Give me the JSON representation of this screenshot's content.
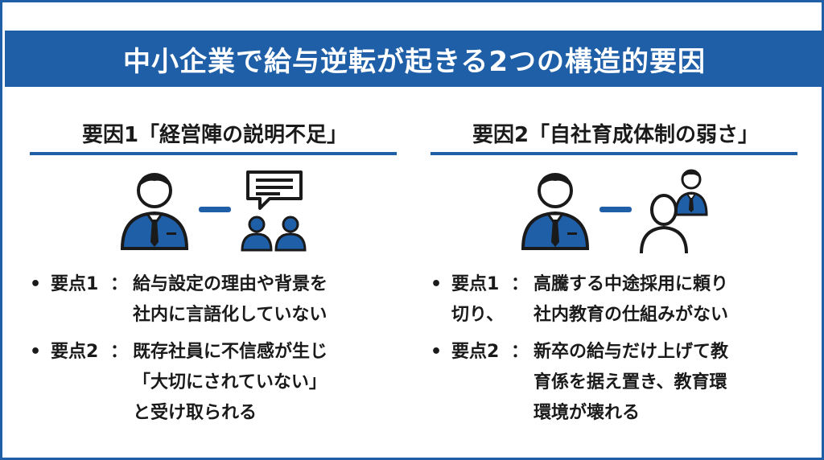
{
  "title": "中小企業で給与逆転が起きる2つの構造的要因",
  "colors": {
    "accent": "#1f5fa8",
    "text": "#1a1a1a"
  },
  "left": {
    "heading": "要因1「経営陣の説明不足」",
    "icons": [
      "manager-icon",
      "dash-icon",
      "speech-bubble-icon",
      "employees-icon"
    ],
    "points": [
      {
        "bullet": "•",
        "label": "要点1",
        "sep": "：",
        "lines": [
          "給与設定の理由や背景を",
          "社内に言語化していない"
        ]
      },
      {
        "bullet": "•",
        "label": "要点2",
        "sep": "：",
        "lines": [
          "既存社員に不信感が生じ",
          "「大切にされていない」",
          "と受け取られる"
        ]
      }
    ]
  },
  "right": {
    "heading": "要因2「自社育成体制の弱さ」",
    "icons": [
      "manager-icon",
      "dash-icon",
      "new-hire-icon",
      "trainee-icon"
    ],
    "points": [
      {
        "bullet": "•",
        "label": "要点1",
        "sep": "：",
        "label2": "切り、",
        "lines": [
          "高騰する中途採用に頼り",
          "社内教育の仕組みがない"
        ]
      },
      {
        "bullet": "•",
        "label": "要点2",
        "sep": "：",
        "lines": [
          "新卒の給与だけ上げて教",
          "育係を据え置き、教育環",
          "環境が壊れる"
        ]
      }
    ]
  }
}
